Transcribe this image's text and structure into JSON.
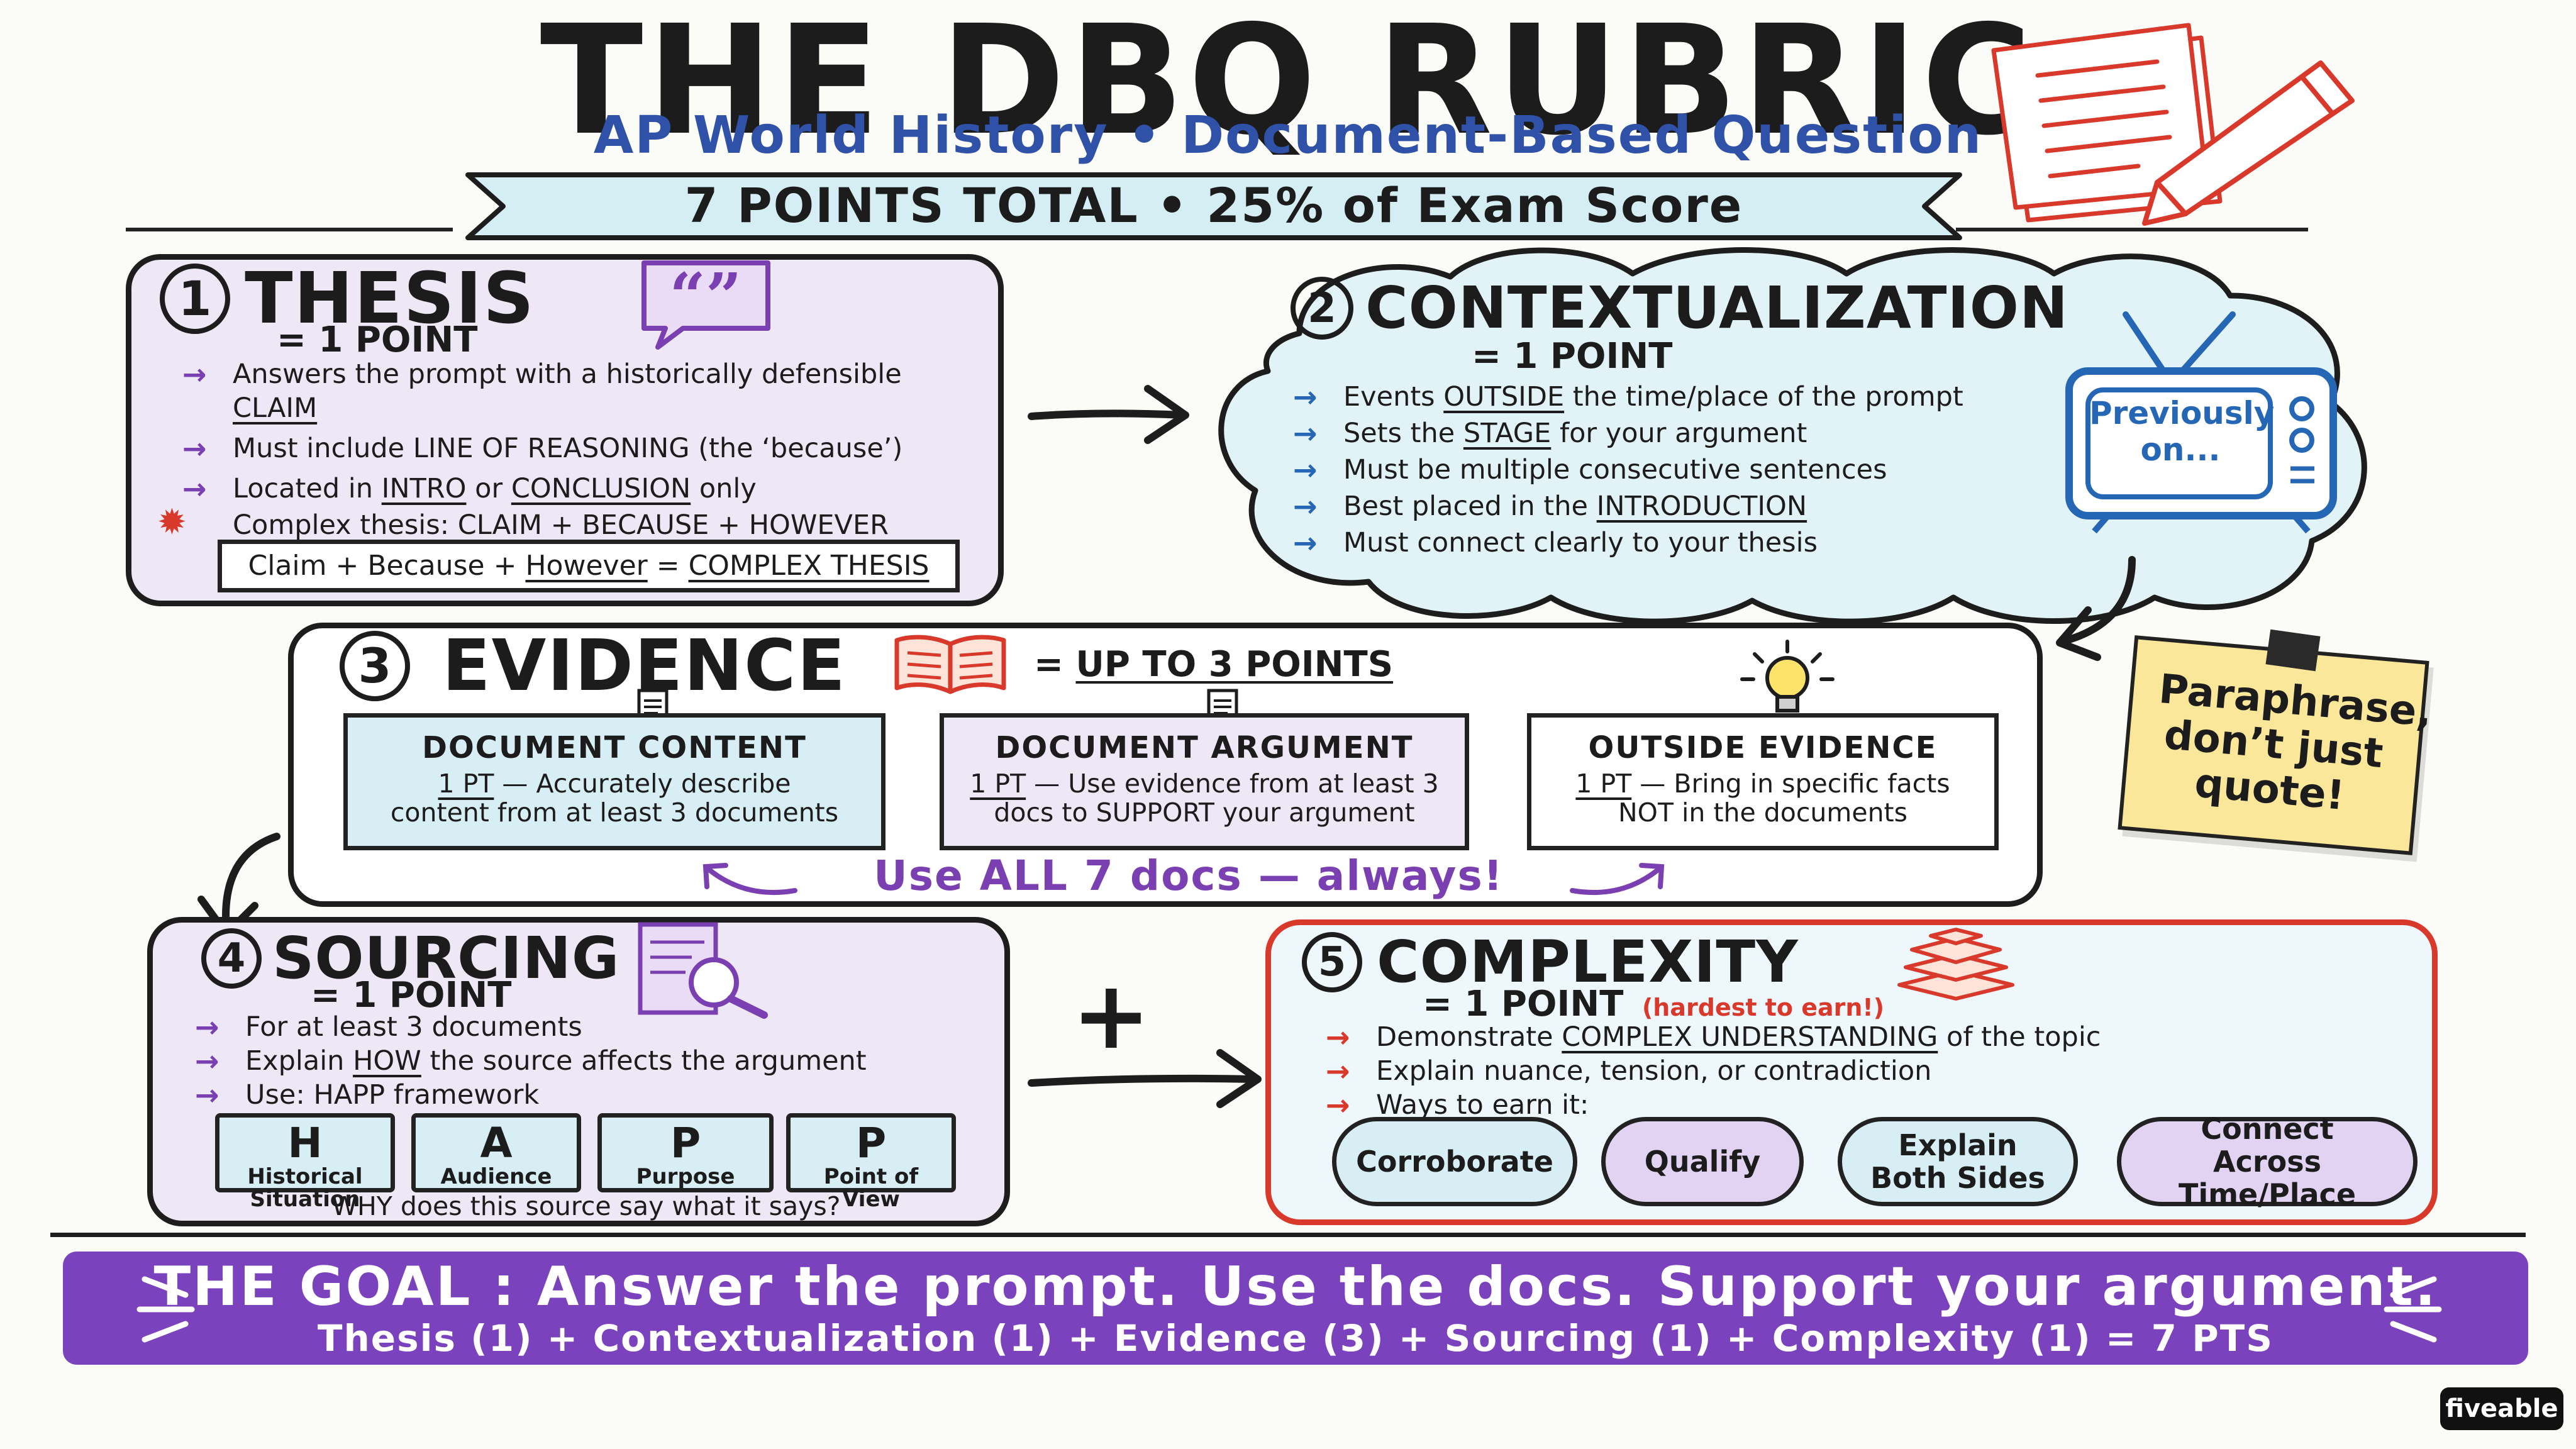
{
  "header": {
    "title": "THE DBQ RUBRIC",
    "subtitle": "AP World History • Document-Based Question",
    "banner": "7 POINTS TOTAL • 25% of Exam Score"
  },
  "thesis": {
    "number": "1",
    "title": "THESIS",
    "points": "= 1 POINT",
    "b1a": "Answers the prompt with a historically defensible ",
    "b1b": "CLAIM",
    "b2": "Must include LINE OF REASONING (the ‘because’)",
    "b3a": "Located in ",
    "b3b": "INTRO",
    "b3c": " or ",
    "b3d": "CONCLUSION",
    "b3e": " only",
    "b4": "Complex thesis: CLAIM + BECAUSE + HOWEVER",
    "formula_a": "Claim + Because + ",
    "formula_b": "However",
    "formula_c": " = ",
    "formula_d": "COMPLEX THESIS"
  },
  "context": {
    "number": "2",
    "title": "CONTEXTUALIZATION",
    "points": "= 1 POINT",
    "b1a": "Events ",
    "b1b": "OUTSIDE",
    "b1c": " the time/place of the prompt",
    "b2a": "Sets the ",
    "b2b": "STAGE",
    "b2c": " for your argument",
    "b3": "Must be multiple consecutive sentences",
    "b4a": "Best placed in the ",
    "b4b": "INTRODUCTION",
    "b5": "Must connect clearly to your thesis",
    "tv_text": "Previously on..."
  },
  "evidence": {
    "number": "3",
    "title": "EVIDENCE",
    "points_eq": "= ",
    "points": "UP TO 3 POINTS",
    "card1_title": "DOCUMENT CONTENT",
    "card1_pt": "1 PT",
    "card1_body": " — Accurately describe content from at least 3 documents",
    "card2_title": "DOCUMENT ARGUMENT",
    "card2_pt": "1 PT",
    "card2_body": " — Use evidence from at least 3 docs to SUPPORT your argument",
    "card3_title": "OUTSIDE EVIDENCE",
    "card3_pt": "1 PT",
    "card3_body": " — Bring in specific facts NOT in the documents",
    "note": "Use ALL 7 docs — always!"
  },
  "sticky": {
    "text": "Paraphrase, don’t just quote!"
  },
  "sourcing": {
    "number": "4",
    "title": "SOURCING",
    "points": "= 1 POINT",
    "b1": "For at least 3 documents",
    "b2a": "Explain ",
    "b2b": "HOW",
    "b2c": " the source affects the argument",
    "b3": "Use: HAPP framework",
    "happ": [
      {
        "letter": "H",
        "word": "Historical Situation"
      },
      {
        "letter": "A",
        "word": "Audience"
      },
      {
        "letter": "P",
        "word": "Purpose"
      },
      {
        "letter": "P",
        "word": "Point of View"
      }
    ],
    "why": "WHY does this source say what it says?"
  },
  "plus": "+",
  "complexity": {
    "number": "5",
    "title": "COMPLEXITY",
    "points": "= 1 POINT",
    "hardest": "(hardest to earn!)",
    "b1a": "Demonstrate ",
    "b1b": "COMPLEX UNDERSTANDING",
    "b1c": " of the topic",
    "b2": "Explain nuance, tension, or contradiction",
    "b3": "Ways to earn it:",
    "pills": [
      "Corroborate",
      "Qualify",
      "Explain Both Sides",
      "Connect Across Time/Place"
    ]
  },
  "goal": {
    "label": "THE GOAL :",
    "text": "Answer the prompt. Use the docs. Support your argument.",
    "formula": "Thesis (1) + Contextualization (1) + Evidence (3) + Sourcing (1) + Complexity (1) = 7 PTS"
  },
  "brand": "fiveable",
  "colors": {
    "purple_bg": "#eee8f6",
    "cloud_bg": "#e2f3f7",
    "card_teal": "#d7eef4",
    "red": "#d8392b",
    "goal_purple": "#7a42bd",
    "sticky": "#fbe79a",
    "subtitle_blue": "#2f52a8"
  }
}
